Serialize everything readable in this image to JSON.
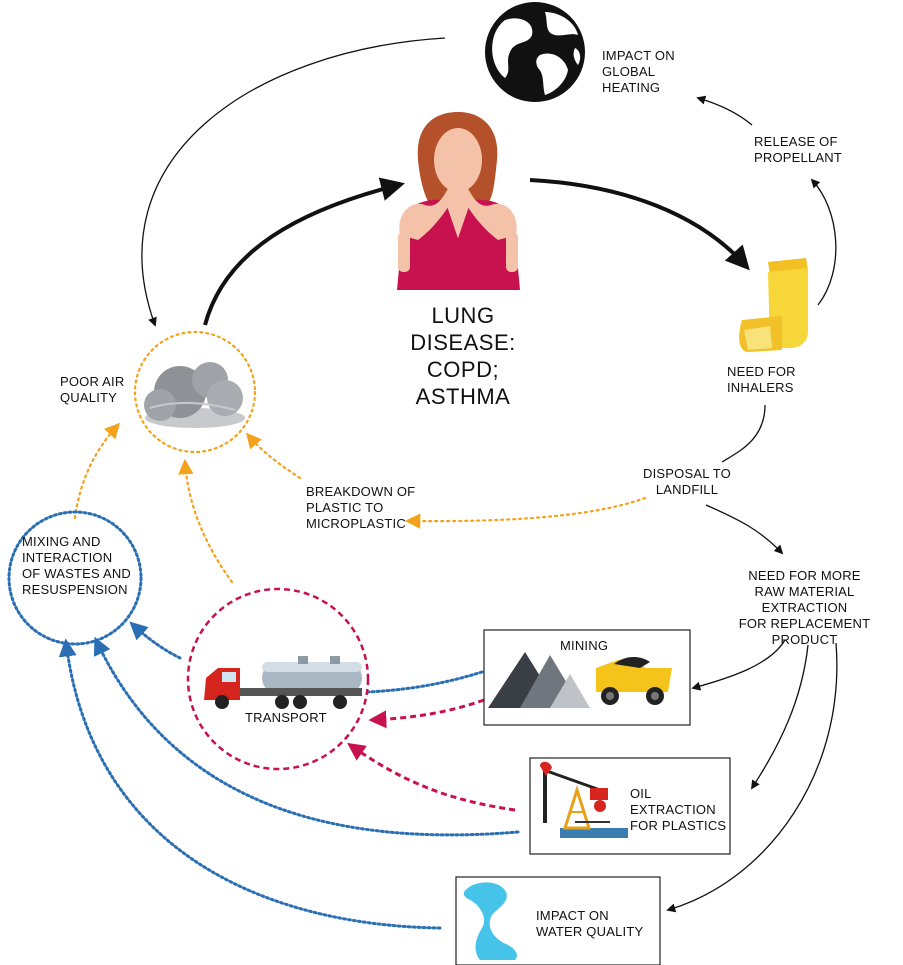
{
  "center_title": [
    "LUNG DISEASE:",
    "COPD; ASTHMA"
  ],
  "labels": {
    "impact_heating": [
      "IMPACT ON",
      "GLOBAL",
      "HEATING"
    ],
    "release_propellant": [
      "RELEASE OF",
      "PROPELLANT"
    ],
    "need_inhalers": [
      "NEED FOR",
      "INHALERS"
    ],
    "disposal_landfill": [
      "DISPOSAL TO",
      "LANDFILL"
    ],
    "breakdown_plastic": [
      "BREAKDOWN OF",
      "PLASTIC TO",
      "MICROPLASTIC"
    ],
    "poor_air": [
      "POOR AIR",
      "QUALITY"
    ],
    "mixing": [
      "MIXING AND",
      "INTERACTION",
      "OF WASTES AND",
      "RESUSPENSION"
    ],
    "raw_material": [
      "NEED FOR MORE",
      "RAW MATERIAL EXTRACTION",
      "FOR REPLACEMENT",
      "PRODUCT"
    ],
    "mining": "MINING",
    "oil_extraction": [
      "OIL EXTRACTION",
      "FOR PLASTICS"
    ],
    "water_quality": [
      "IMPACT ON",
      "WATER QUALITY"
    ],
    "transport": "TRANSPORT"
  },
  "colors": {
    "black_arrow": "#111111",
    "orange_dotted": "#f2a31b",
    "blue_dotted": "#2a6fb3",
    "red_dashed": "#c7124f",
    "inhaler_yellow": "#f7d63a",
    "woman_top": "#c7124f",
    "woman_hair": "#b4502a",
    "woman_skin": "#f3c2a8",
    "cloud_grey": "#9fa2a6",
    "water_blue": "#45c3e8",
    "truck_red": "#d6251d",
    "tanker_steel": "#a9b8c4",
    "dump_truck_yellow": "#f4c41a"
  },
  "icons": [
    "globe-icon",
    "woman-icon",
    "inhaler-icon",
    "cloud-icon",
    "tanker-truck-icon",
    "mining-icon",
    "dump-truck-icon",
    "oil-pump-icon",
    "water-icon"
  ]
}
